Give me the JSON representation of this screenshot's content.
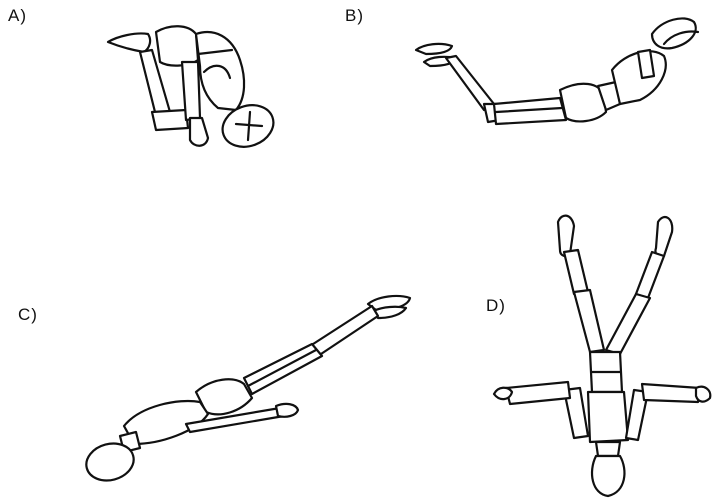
{
  "panels": [
    {
      "id": "a",
      "label": "A)"
    },
    {
      "id": "b",
      "label": "B)"
    },
    {
      "id": "c",
      "label": "C)"
    },
    {
      "id": "d",
      "label": "D)"
    }
  ],
  "colors": {
    "ink": "#111111",
    "background": "#ffffff"
  }
}
